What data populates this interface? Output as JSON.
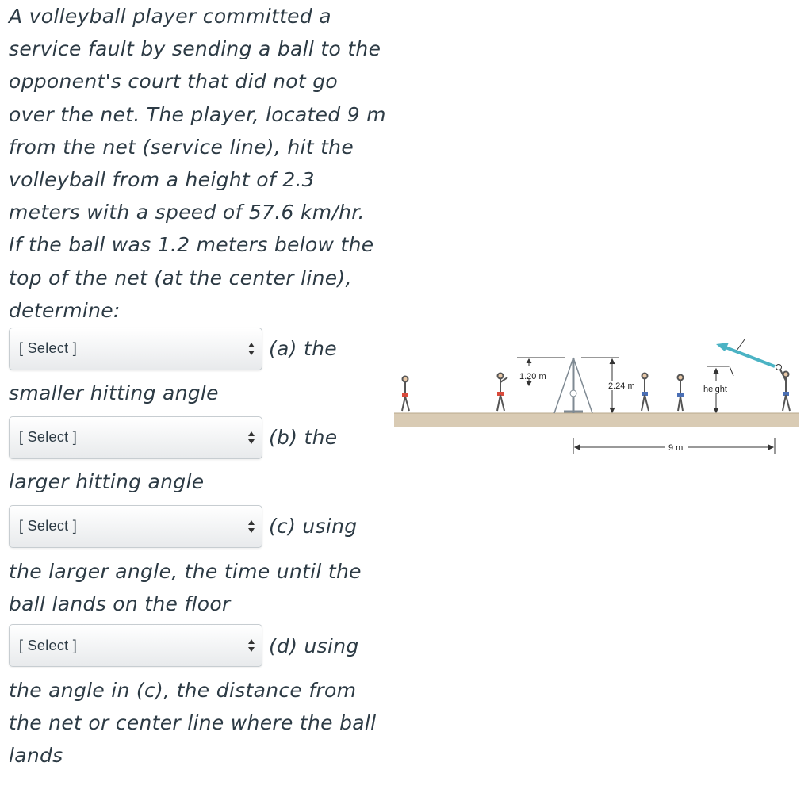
{
  "question": {
    "lines": [
      "A volleyball player committed a",
      "service fault by sending a ball to the",
      "opponent's court that did not go",
      "over the net. The player, located 9 m",
      "from the net (service line), hit the",
      "volleyball from a height of 2.3",
      "meters with a speed of 57.6 km/hr.",
      "If the ball was 1.2 meters below the",
      "top of the net (at the center line),",
      "determine:"
    ]
  },
  "parts": [
    {
      "select_value": "[ Select ]",
      "inline_label": "(a) the",
      "continuation": [
        "smaller hitting angle"
      ]
    },
    {
      "select_value": "[ Select ]",
      "inline_label": "(b) the",
      "continuation": [
        "larger hitting angle"
      ]
    },
    {
      "select_value": "[ Select ]",
      "inline_label": "(c) using",
      "continuation": [
        "the larger angle, the time until the",
        "ball lands on the floor"
      ]
    },
    {
      "select_value": "[ Select ]",
      "inline_label": "(d) using",
      "continuation": [
        "the angle in (c), the distance from",
        "the net or center line where the ball",
        "lands"
      ]
    }
  ],
  "figure": {
    "label_net_top": "1.20 m",
    "label_net_height": "2.24 m",
    "label_height": "height",
    "label_distance": "9 m",
    "colors": {
      "floor": "#d9cbb4",
      "ball_path": "#4bb3c4",
      "line": "#333333"
    }
  }
}
